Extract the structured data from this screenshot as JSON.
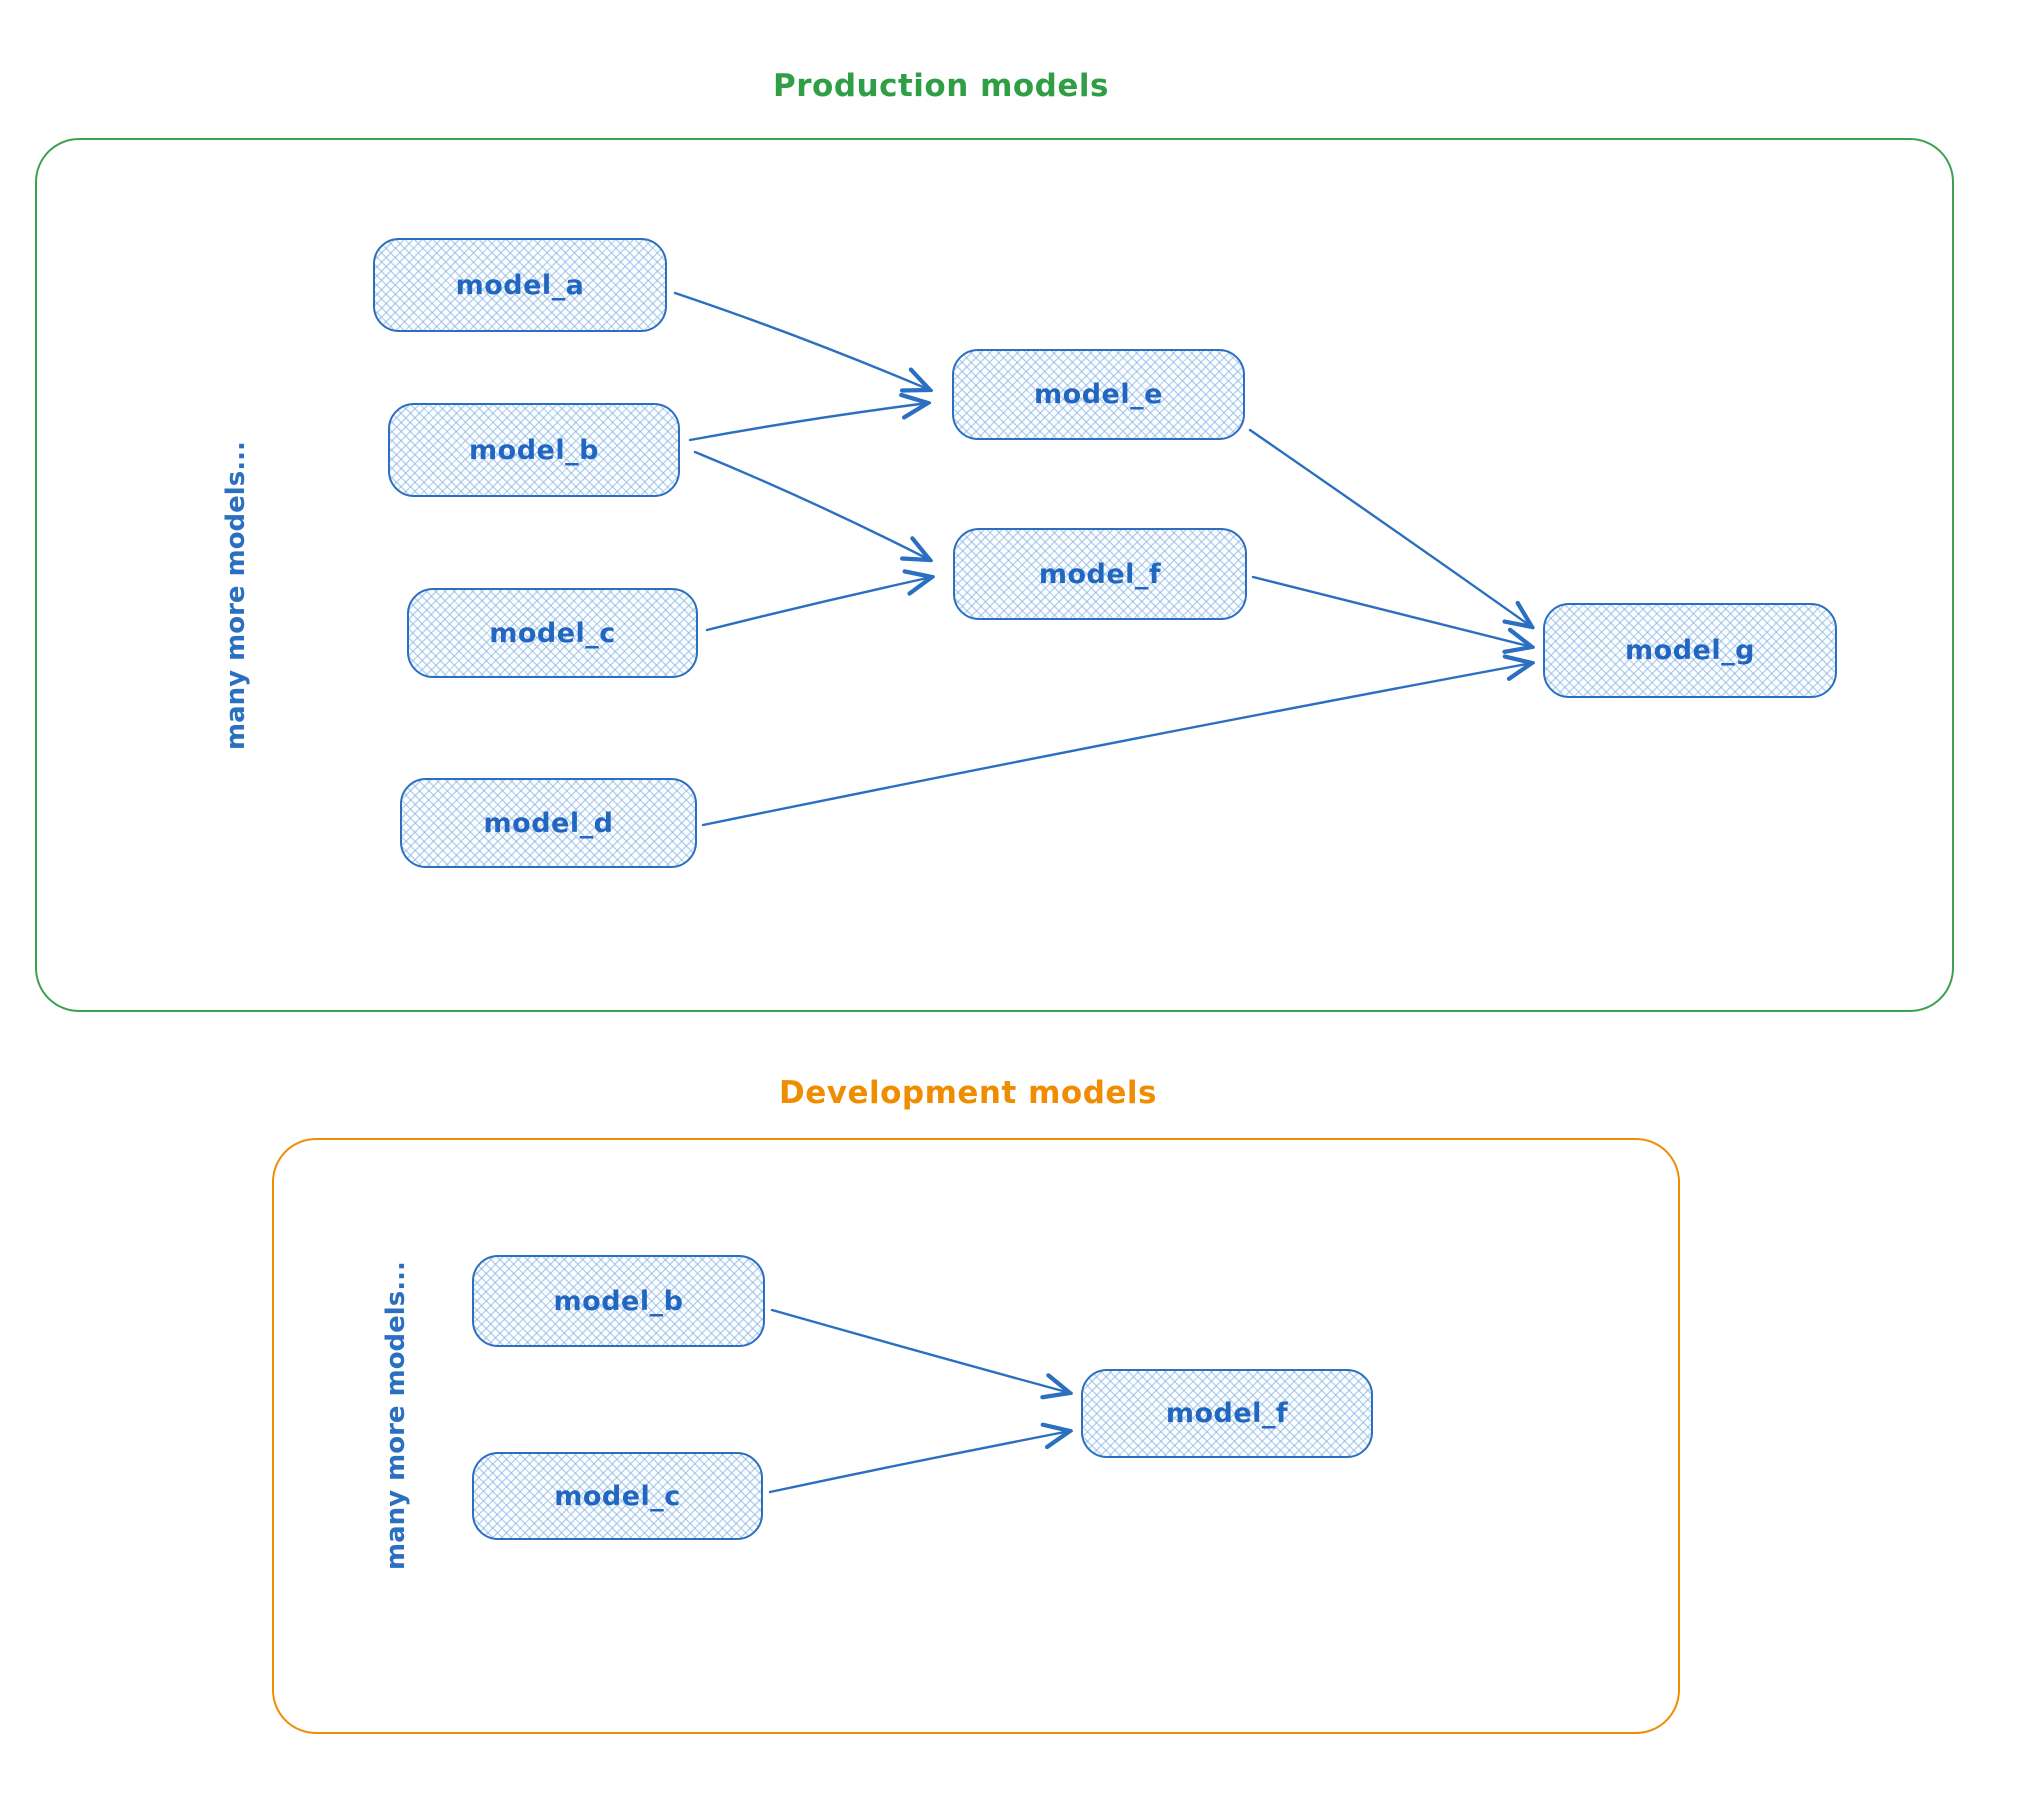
{
  "diagram": {
    "node_style": {
      "stroke_color": "#2b6fc1",
      "text_color": "#2166c0",
      "fill_style": "cross-hatch",
      "fill_tint": "#dbeafc"
    },
    "production": {
      "title": "Production models",
      "frame_color": "#3ca052",
      "side_label": "many more models...",
      "nodes": [
        {
          "id": "model_a",
          "label": "model_a"
        },
        {
          "id": "model_b",
          "label": "model_b"
        },
        {
          "id": "model_c",
          "label": "model_c"
        },
        {
          "id": "model_d",
          "label": "model_d"
        },
        {
          "id": "model_e",
          "label": "model_e"
        },
        {
          "id": "model_f",
          "label": "model_f"
        },
        {
          "id": "model_g",
          "label": "model_g"
        }
      ],
      "edges": [
        {
          "from": "model_a",
          "to": "model_e"
        },
        {
          "from": "model_b",
          "to": "model_e"
        },
        {
          "from": "model_b",
          "to": "model_f"
        },
        {
          "from": "model_c",
          "to": "model_f"
        },
        {
          "from": "model_e",
          "to": "model_g"
        },
        {
          "from": "model_f",
          "to": "model_g"
        },
        {
          "from": "model_d",
          "to": "model_g"
        }
      ]
    },
    "development": {
      "title": "Development models",
      "frame_color": "#f08c00",
      "side_label": "many more models...",
      "nodes": [
        {
          "id": "model_b",
          "label": "model_b"
        },
        {
          "id": "model_c",
          "label": "model_c"
        },
        {
          "id": "model_f",
          "label": "model_f"
        }
      ],
      "edges": [
        {
          "from": "model_b",
          "to": "model_f"
        },
        {
          "from": "model_c",
          "to": "model_f"
        }
      ]
    }
  }
}
